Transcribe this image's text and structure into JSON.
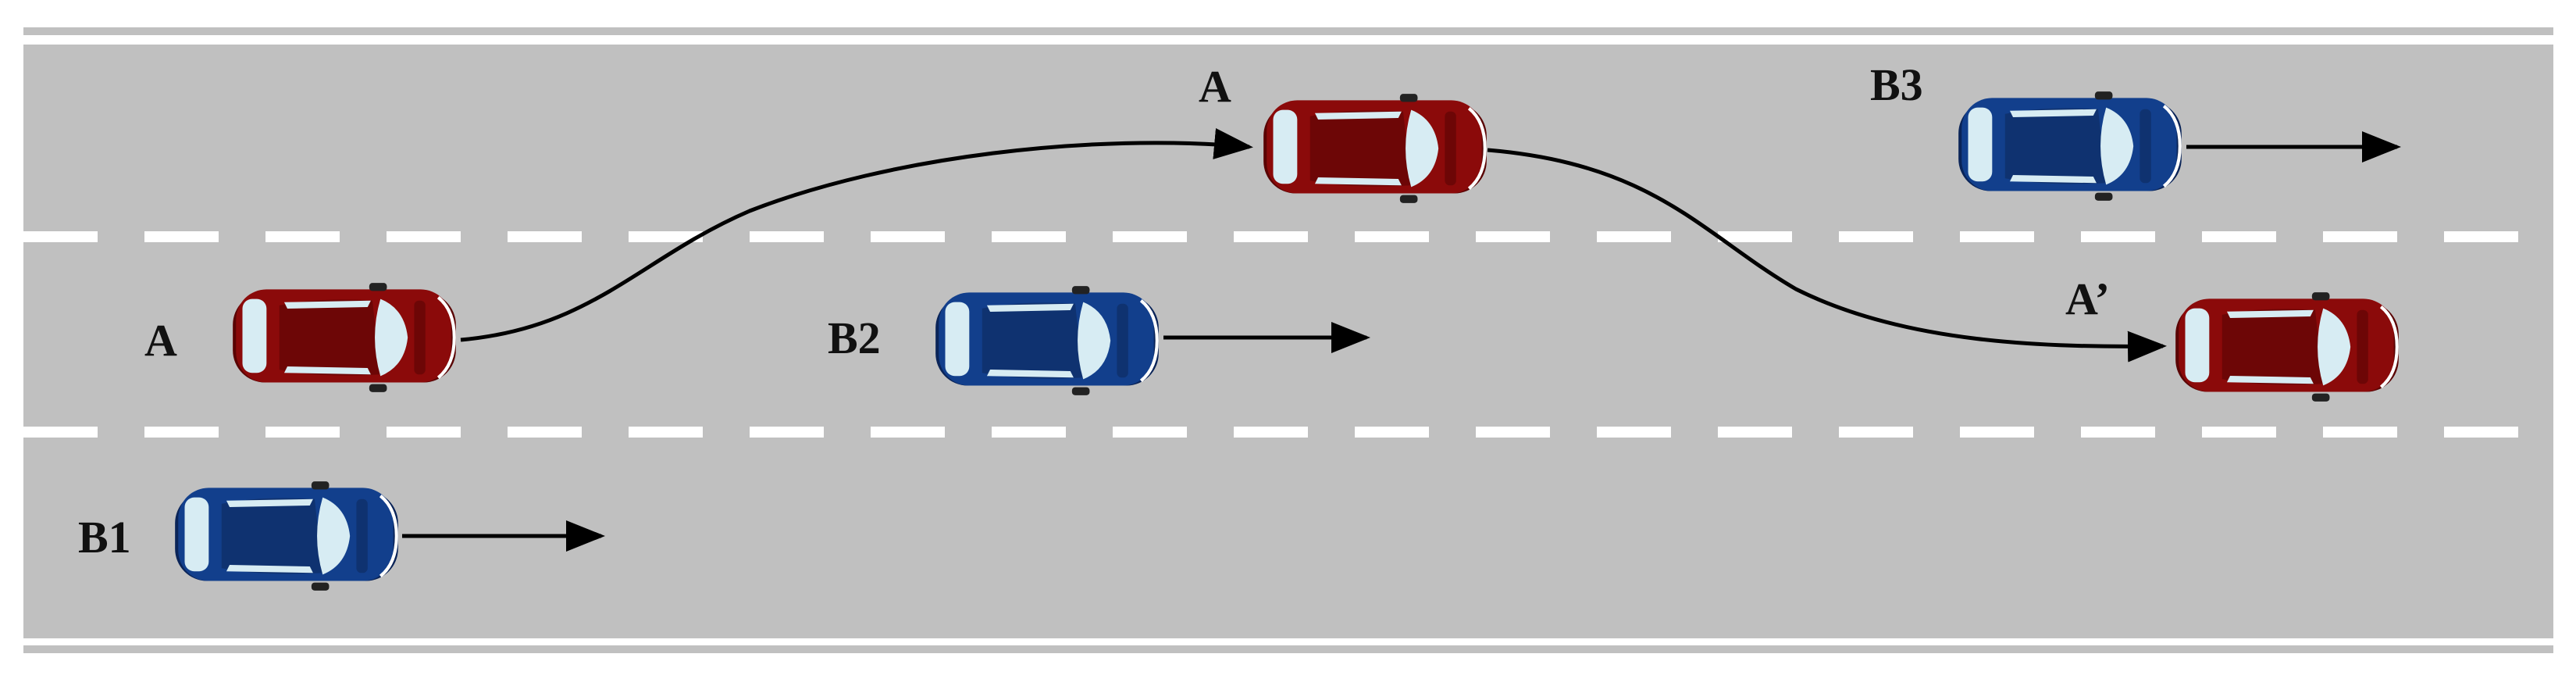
{
  "colors": {
    "road": "#c0c0c0",
    "edge_line": "#ffffff",
    "lane_dash": "#ffffff",
    "car_red": "#8b0a0a",
    "car_red_dark": "#5a0404",
    "car_blue": "#123f8c",
    "car_blue_dark": "#0a2458",
    "glass": "#d7ecf3",
    "arrow": "#000000"
  },
  "cars": [
    {
      "id": "A-start",
      "label": "A",
      "color": "red"
    },
    {
      "id": "A-mid",
      "label": "A",
      "color": "red"
    },
    {
      "id": "A-end",
      "label": "A’",
      "color": "red"
    },
    {
      "id": "B1",
      "label": "B1",
      "color": "blue"
    },
    {
      "id": "B2",
      "label": "B2",
      "color": "blue"
    },
    {
      "id": "B3",
      "label": "B3",
      "color": "blue"
    }
  ]
}
